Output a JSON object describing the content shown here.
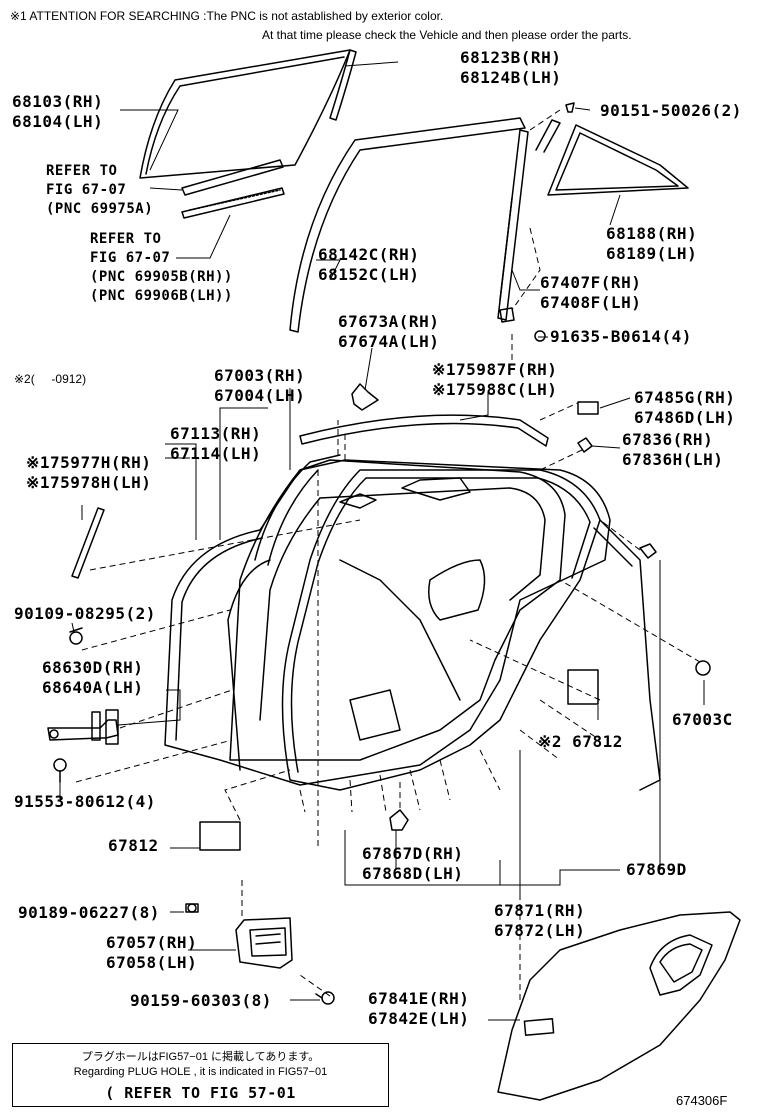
{
  "header": {
    "note_line1": "※1 ATTENTION FOR SEARCHING :The PNC is not astablished by exterior color.",
    "note_line2": "At that time please check the Vehicle and then please order the parts."
  },
  "parts": {
    "p68123_rh": "68123B(RH)",
    "p68124_lh": "68124B(LH)",
    "p68103_rh": "68103(RH)",
    "p68104_lh": "68104(LH)",
    "refer1_a": "REFER TO",
    "refer1_b": "FIG 67-07",
    "refer1_c": "(PNC 69975A)",
    "refer2_a": "REFER TO",
    "refer2_b": "FIG 67-07",
    "refer2_c": "(PNC 69905B(RH))",
    "refer2_d": "(PNC 69906B(LH))",
    "p90151": "90151-50026(2)",
    "p68188_rh": "68188(RH)",
    "p68189_lh": "68189(LH)",
    "p68142_rh": "68142C(RH)",
    "p68152_lh": "68152C(LH)",
    "p67407_rh": "67407F(RH)",
    "p67408_lh": "67408F(LH)",
    "p67673_rh": "67673A(RH)",
    "p67674_lh": "67674A(LH)",
    "p91635": "91635-B0614(4)",
    "note2_range": "※2(     -0912)",
    "p67003_rh": "67003(RH)",
    "p67004_lh": "67004(LH)",
    "p75987_rh": "※175987F(RH)",
    "p75988_lh": "※175988C(LH)",
    "p67485_rh": "67485G(RH)",
    "p67486_lh": "67486D(LH)",
    "p67113_rh": "67113(RH)",
    "p67114_lh": "67114(LH)",
    "p67836_rh": "67836(RH)",
    "p67836h_lh": "67836H(LH)",
    "p75977_rh": "※175977H(RH)",
    "p75978_lh": "※175978H(LH)",
    "p90109": "90109-08295(2)",
    "p68630_rh": "68630D(RH)",
    "p68640_lh": "68640A(LH)",
    "p67003c": "67003C",
    "p67812_note": "※2 67812",
    "p91553": "91553-80612(4)",
    "p67812": "67812",
    "p67867_rh": "67867D(RH)",
    "p67868_lh": "67868D(LH)",
    "p67869d": "67869D",
    "p90189": "90189-06227(8)",
    "p67871_rh": "67871(RH)",
    "p67872_lh": "67872(LH)",
    "p67057_rh": "67057(RH)",
    "p67058_lh": "67058(LH)",
    "p90159": "90159-60303(8)",
    "p67841_rh": "67841E(RH)",
    "p67842_lh": "67842E(LH)"
  },
  "footer": {
    "jp_line": "プラグホールはFIG57−01 に掲載してあります。",
    "en_line": "Regarding PLUG HOLE , it is indicated in FIG57−01",
    "refer_line": "( REFER TO FIG 57-01",
    "figure_code": "674306F"
  }
}
